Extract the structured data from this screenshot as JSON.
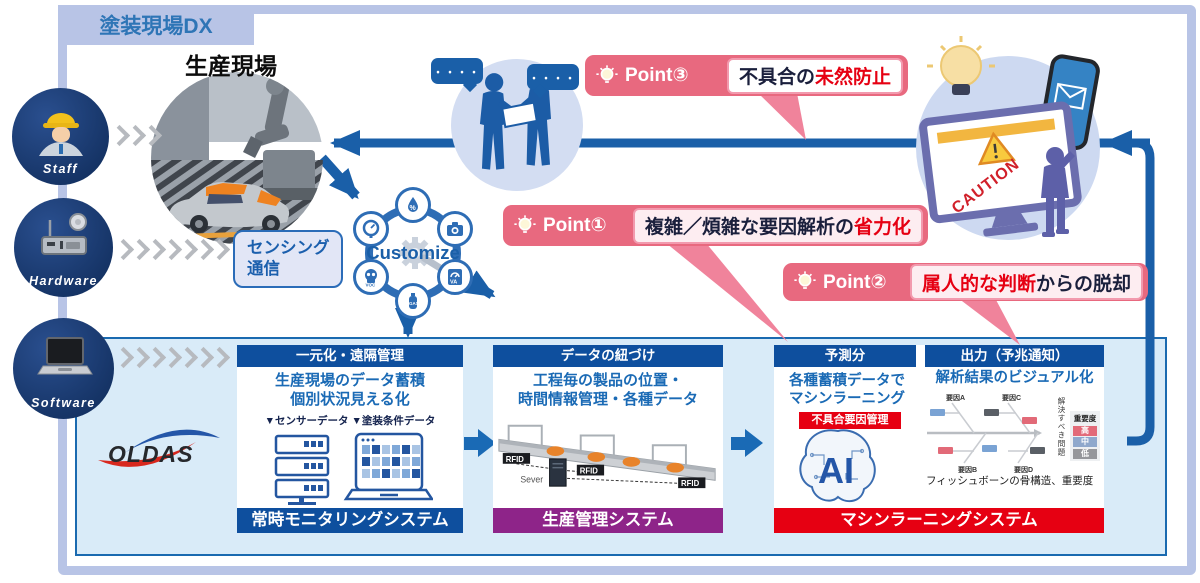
{
  "title_tab": {
    "label": "塗装現場DX"
  },
  "production_site": {
    "label": "生産現場"
  },
  "actors": {
    "staff": "Staff",
    "hardware": "Hardware",
    "software": "Software"
  },
  "sensing_box": {
    "line1": "センシング",
    "line2": "通信"
  },
  "customize": {
    "label": "Customize"
  },
  "speech": {
    "dots_left": "・・・・",
    "dots_right": "・・・・"
  },
  "points": {
    "p1": {
      "label": "Point①",
      "seg_dark": "複雑／煩雑な要因解析の",
      "seg_red": "省力化"
    },
    "p2": {
      "label": "Point②",
      "seg_red": "属人的な判断",
      "seg_dark": "からの脱却"
    },
    "p3": {
      "label": "Point③",
      "seg_dark": "不具合の",
      "seg_red": "未然防止"
    }
  },
  "monitor_scene": {
    "caution": "CAUTION"
  },
  "oldas": {
    "logo": "OLDAS"
  },
  "panel1": {
    "header": "一元化・遠隔管理",
    "line1": "生産現場のデータ蓄積",
    "line2": "個別状況見える化",
    "sub": "▼センサーデータ ▼塗装条件データ",
    "footer": "常時モニタリングシステム"
  },
  "panel2": {
    "header": "データの紐づけ",
    "line1": "工程毎の製品の位置・",
    "line2": "時間情報管理・各種データ",
    "rfid1": "RFID",
    "rfid2": "RFID",
    "rfid3": "RFID",
    "server": "Sever",
    "footer": "生産管理システム"
  },
  "panel3": {
    "header": "予測分",
    "line1": "各種蓄積データで",
    "line2": "マシンラーニング",
    "chip": "不具合要因管理",
    "ai": "AI"
  },
  "panel4": {
    "header": "出力（予兆通知）",
    "line1": "解析結果のビジュアル化",
    "caption": "フィッシュボーンの骨構造、重要度",
    "factor_a": "要因A",
    "factor_b": "要因B",
    "factor_c": "要因C",
    "factor_d": "要因D",
    "problem": "解決すべき問題",
    "legend_title": "重要度",
    "legend_high": "高",
    "legend_mid": "中",
    "legend_low": "低"
  },
  "ml_footer": {
    "label": "マシンラーニングシステム"
  },
  "colors": {
    "frame": "#b8c4e6",
    "arrow_blue": "#1a5fa8",
    "header_blue": "#0e4f9e",
    "footer_purple": "#8e2489",
    "footer_red": "#e60012",
    "point_pink": "#e8697f",
    "box_bg": "#d9ebf8",
    "navy_circle": "#14315f",
    "accent_red": "#e60012"
  }
}
